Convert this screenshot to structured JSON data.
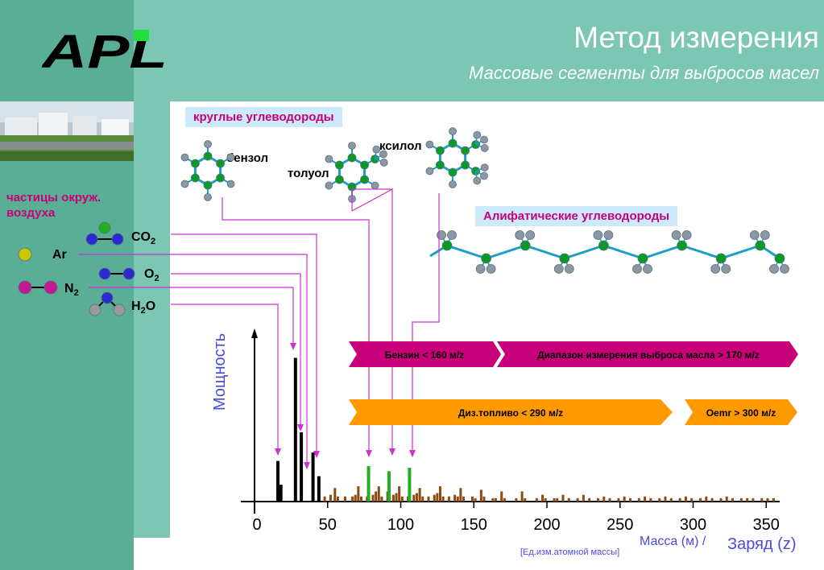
{
  "header": {
    "title": "Метод измерения",
    "subtitle": "Массовые сегменты для выбросов масел",
    "logo_text": "APL"
  },
  "ambient": {
    "label_line1": "частицы окруж.",
    "label_line2": "воздуха",
    "gases": {
      "ar": "Ar",
      "n2": "N",
      "co2": "CO",
      "o2": "O",
      "h2o_h": "H",
      "h2o_o": "O",
      "sub2": "2"
    }
  },
  "cyclic_box": "круглые углеводороды",
  "aliphatic_box": "Алифатические углеводороды",
  "molecules": {
    "benzene": "бензол",
    "toluene": "толуол",
    "xylene": "ксилол"
  },
  "ranges": {
    "petrol": "Бензин < 160 м/z",
    "oil_range": "Диапазон измерения выброса масла > 170 м/z",
    "diesel": "Диз.топливо < 290 м/z",
    "oemr": "Oemr > 300 м/z"
  },
  "axes": {
    "ylabel": "Мощность",
    "xlabel_mass": "Масса (м) /",
    "xlabel_charge": "Заряд (z)",
    "xlabel_unit": "[Ед.изм.атомной массы]",
    "x_ticks": [
      "0",
      "50",
      "100",
      "150",
      "200",
      "250",
      "300",
      "350"
    ]
  },
  "colors": {
    "accent_magenta": "#c8007a",
    "diesel_orange": "#ff9900",
    "axis_blue": "#4a4ae0",
    "band_dark": "#5aae96",
    "band_light": "#7cc6b4",
    "atom_green": "#0a9a28",
    "atom_gray": "#8a98a4",
    "bond_blue": "#1a9ec8"
  },
  "chart_data": {
    "type": "bar",
    "xlim": [
      0,
      360
    ],
    "x_ticks": [
      0,
      50,
      100,
      150,
      200,
      250,
      300,
      350
    ],
    "air_peaks": [
      {
        "mz": 16,
        "h": 0.24
      },
      {
        "mz": 28,
        "h": 0.85
      },
      {
        "mz": 32,
        "h": 0.41
      },
      {
        "mz": 40,
        "h": 0.29
      },
      {
        "mz": 44,
        "h": 0.15
      },
      {
        "mz": 18,
        "h": 0.1
      }
    ],
    "aromatic_peaks": [
      {
        "mz": 78,
        "h": 0.21
      },
      {
        "mz": 92,
        "h": 0.18
      },
      {
        "mz": 106,
        "h": 0.2
      }
    ],
    "oil_peaks": [
      [
        48,
        0.03
      ],
      [
        52,
        0.04
      ],
      [
        55,
        0.08
      ],
      [
        57,
        0.03
      ],
      [
        62,
        0.03
      ],
      [
        67,
        0.03
      ],
      [
        69,
        0.04
      ],
      [
        71,
        0.09
      ],
      [
        73,
        0.03
      ],
      [
        77,
        0.03
      ],
      [
        81,
        0.04
      ],
      [
        83,
        0.06
      ],
      [
        85,
        0.09
      ],
      [
        87,
        0.03
      ],
      [
        91,
        0.06
      ],
      [
        95,
        0.04
      ],
      [
        97,
        0.05
      ],
      [
        99,
        0.09
      ],
      [
        101,
        0.03
      ],
      [
        105,
        0.03
      ],
      [
        109,
        0.04
      ],
      [
        111,
        0.05
      ],
      [
        113,
        0.08
      ],
      [
        115,
        0.03
      ],
      [
        119,
        0.03
      ],
      [
        123,
        0.04
      ],
      [
        125,
        0.05
      ],
      [
        127,
        0.09
      ],
      [
        129,
        0.03
      ],
      [
        133,
        0.03
      ],
      [
        137,
        0.04
      ],
      [
        139,
        0.03
      ],
      [
        141,
        0.08
      ],
      [
        143,
        0.03
      ],
      [
        149,
        0.03
      ],
      [
        151,
        0.02
      ],
      [
        155,
        0.07
      ],
      [
        157,
        0.03
      ],
      [
        163,
        0.02
      ],
      [
        165,
        0.02
      ],
      [
        169,
        0.06
      ],
      [
        171,
        0.02
      ],
      [
        179,
        0.02
      ],
      [
        183,
        0.06
      ],
      [
        185,
        0.02
      ],
      [
        193,
        0.02
      ],
      [
        197,
        0.04
      ],
      [
        199,
        0.02
      ],
      [
        205,
        0.02
      ],
      [
        207,
        0.02
      ],
      [
        211,
        0.04
      ],
      [
        215,
        0.02
      ],
      [
        221,
        0.02
      ],
      [
        225,
        0.04
      ],
      [
        229,
        0.02
      ],
      [
        235,
        0.02
      ],
      [
        239,
        0.03
      ],
      [
        243,
        0.02
      ],
      [
        249,
        0.02
      ],
      [
        253,
        0.03
      ],
      [
        257,
        0.02
      ],
      [
        263,
        0.02
      ],
      [
        267,
        0.03
      ],
      [
        271,
        0.02
      ],
      [
        277,
        0.02
      ],
      [
        281,
        0.03
      ],
      [
        285,
        0.02
      ],
      [
        291,
        0.02
      ],
      [
        295,
        0.03
      ],
      [
        299,
        0.02
      ],
      [
        305,
        0.02
      ],
      [
        309,
        0.03
      ],
      [
        313,
        0.02
      ],
      [
        319,
        0.02
      ],
      [
        323,
        0.03
      ],
      [
        327,
        0.02
      ],
      [
        333,
        0.02
      ],
      [
        337,
        0.02
      ],
      [
        341,
        0.02
      ],
      [
        347,
        0.02
      ],
      [
        351,
        0.02
      ],
      [
        355,
        0.02
      ]
    ]
  }
}
